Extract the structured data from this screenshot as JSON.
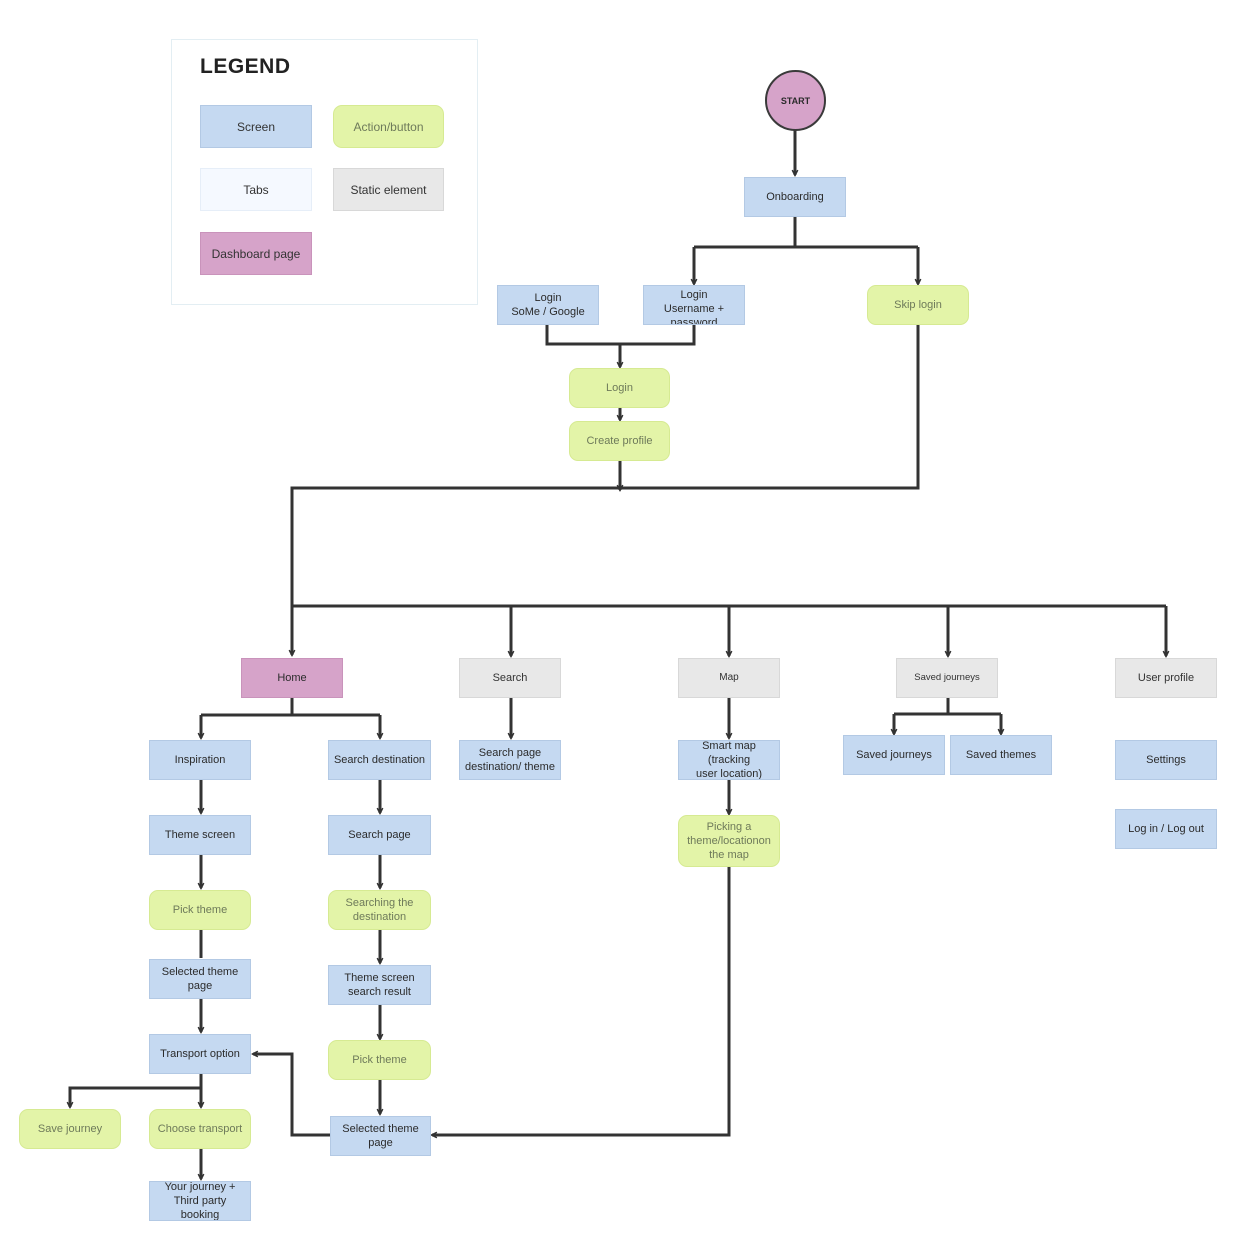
{
  "legend": {
    "title": "LEGEND",
    "screen": "Screen",
    "action": "Action/button",
    "tabs": "Tabs",
    "static": "Static element",
    "dashboard": "Dashboard page"
  },
  "nodes": {
    "start": "START",
    "onboarding": "Onboarding",
    "login_some": "Login\nSoMe / Google",
    "login_user": "Login\nUsername +\npassword",
    "skip_login": "Skip login",
    "login": "Login",
    "create_profile": "Create profile",
    "home": "Home",
    "search": "Search",
    "map": "Map",
    "saved_journeys_tab": "Saved journeys",
    "user_profile": "User profile",
    "inspiration": "Inspiration",
    "search_destination": "Search destination",
    "search_page_dest_theme": "Search page\ndestination/ theme",
    "smart_map": "Smart map (tracking\nuser location)",
    "saved_journeys": "Saved journeys",
    "saved_themes": "Saved themes",
    "settings": "Settings",
    "theme_screen": "Theme screen",
    "search_page": "Search page",
    "picking_theme_map": "Picking a\ntheme/locationon\nthe map",
    "log_in_out": "Log in / Log out",
    "pick_theme_1": "Pick theme",
    "searching_destination": "Searching the\ndestination",
    "selected_theme_page_1": "Selected theme page",
    "theme_screen_search_result": "Theme screen\nsearch result",
    "transport_option": "Transport option",
    "pick_theme_2": "Pick theme",
    "save_journey": "Save journey",
    "choose_transport": "Choose transport",
    "selected_theme_page_2": "Selected theme page",
    "your_journey": "Your journey +\nThird party booking"
  },
  "colors": {
    "screen": "#c5d9f1",
    "action": "#e3f4a8",
    "static": "#e8e8e8",
    "dashboard": "#d6a3c9",
    "tabs": "#f5f9ff",
    "connector": "#333333"
  }
}
